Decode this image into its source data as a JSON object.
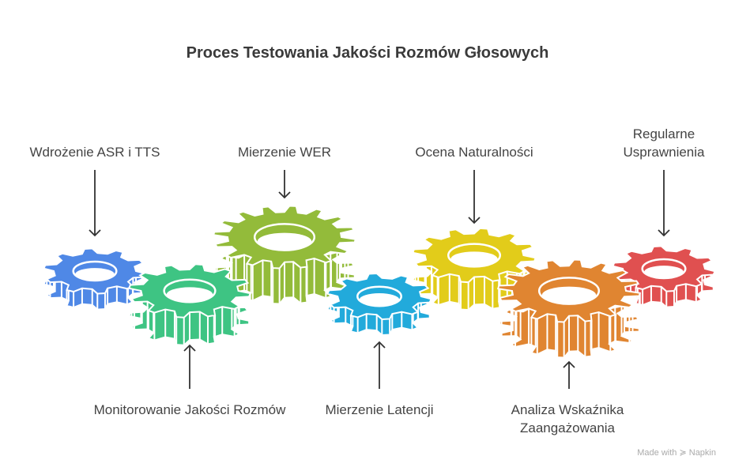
{
  "title": "Proces Testowania Jakości Rozmów Głosowych",
  "steps": [
    {
      "label": "Wdrożenie ASR i TTS",
      "color": "#4f88e6",
      "position": "top"
    },
    {
      "label": "Monitorowanie Jakości Rozmów",
      "color": "#3ec483",
      "position": "bottom"
    },
    {
      "label": "Mierzenie WER",
      "color": "#93bb3a",
      "position": "top"
    },
    {
      "label": "Mierzenie Latencji",
      "color": "#22aadb",
      "position": "bottom"
    },
    {
      "label": "Ocena Naturalności",
      "color": "#e2cc1a",
      "position": "top"
    },
    {
      "label": "Analiza Wskaźnika Zaangażowania",
      "color": "#e08531",
      "position": "bottom"
    },
    {
      "label": "Regularne Usprawnienia",
      "color": "#e05050",
      "position": "top"
    }
  ],
  "footer": {
    "text": "Made with",
    "brand": "Napkin",
    "icon": "napkin-logo-icon"
  }
}
